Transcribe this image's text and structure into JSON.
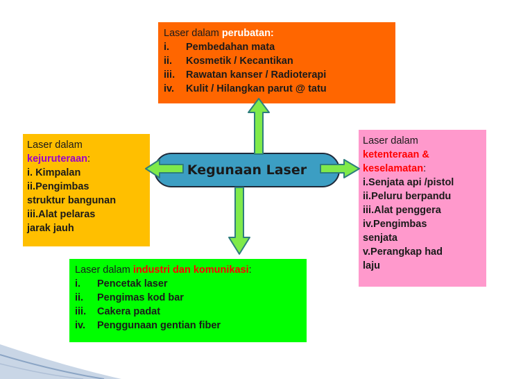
{
  "colors": {
    "top_box": "#ff6600",
    "left_box": "#ffbf00",
    "right_box": "#ff99cc",
    "bottom_box": "#00ff00",
    "center_oval": "#3c9ec3",
    "highlight_white": "#ffffff",
    "highlight_purple": "#9900cc",
    "highlight_red": "#ff0000",
    "arrow_fill": "#7fea4a",
    "arrow_stroke": "#2e7d7d"
  },
  "center": {
    "label": "Kegunaan Laser"
  },
  "top": {
    "prefix": "Laser dalam ",
    "highlight": "perubatan:",
    "items": [
      {
        "num": "i.",
        "text": "Pembedahan mata"
      },
      {
        "num": "ii.",
        "text": "Kosmetik / Kecantikan"
      },
      {
        "num": "iii.",
        "text": "Rawatan kanser / Radioterapi"
      },
      {
        "num": "iv.",
        "text": "Kulit / Hilangkan parut @ tatu"
      }
    ]
  },
  "left": {
    "prefix": "Laser dalam",
    "highlight": "kejuruteraan",
    "suffix": ":",
    "lines": [
      "i.  Kimpalan",
      "ii.Pengimbas",
      "struktur bangunan",
      "iii.Alat pelaras",
      "jarak jauh"
    ]
  },
  "right": {
    "prefix": "Laser dalam",
    "highlight_line1": "ketenteraan &",
    "highlight_line2": "keselamatan",
    "suffix": ":",
    "lines": [
      "i.Senjata api /pistol",
      "ii.Peluru berpandu",
      "iii.Alat penggera",
      "iv.Pengimbas",
      "senjata",
      "v.Perangkap had",
      "laju"
    ]
  },
  "bottom": {
    "prefix": "Laser dalam ",
    "highlight": "industri dan komunikasi",
    "suffix": ":",
    "items": [
      {
        "num": "i.",
        "text": "Pencetak laser"
      },
      {
        "num": "ii.",
        "text": "Pengimas kod bar"
      },
      {
        "num": "iii.",
        "text": "Cakera padat"
      },
      {
        "num": "iv.",
        "text": "Penggunaan gentian fiber"
      }
    ]
  }
}
